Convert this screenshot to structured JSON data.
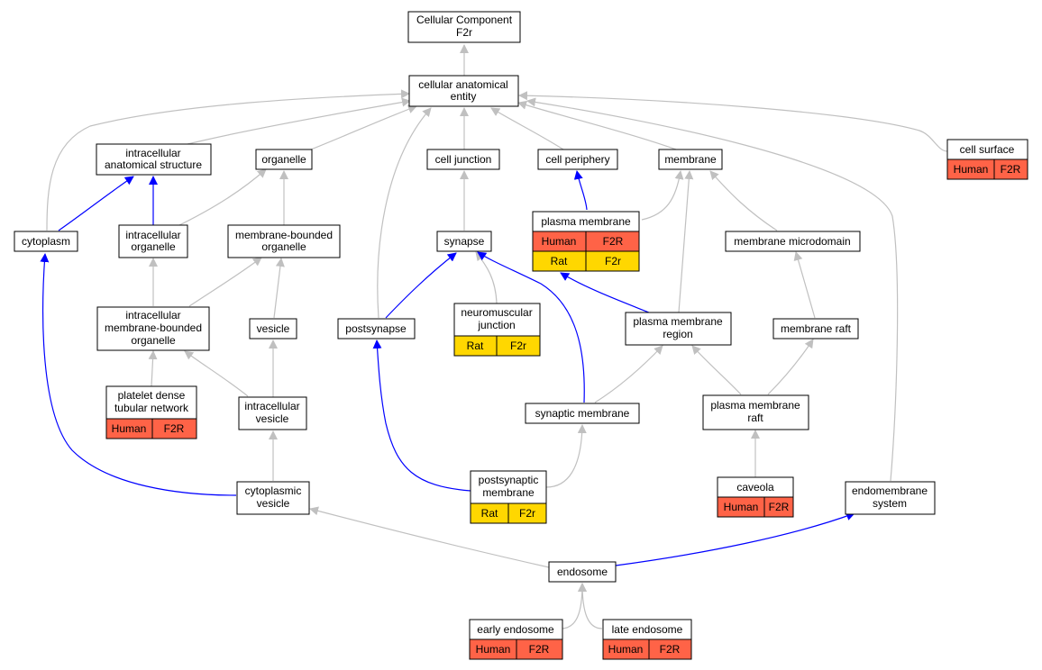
{
  "title": {
    "line1": "Cellular Component",
    "line2": "F2r"
  },
  "colors": {
    "human": "#ff6347",
    "rat": "#ffd700",
    "is_a_edge": "#c0c0c0",
    "part_of_edge": "#0000ff"
  },
  "nodes": {
    "cellular_anatomical_entity": {
      "label1": "cellular anatomical",
      "label2": "entity"
    },
    "intracellular_anatomical_structure": {
      "label1": "intracellular",
      "label2": "anatomical structure"
    },
    "organelle": {
      "label1": "organelle"
    },
    "cell_junction": {
      "label1": "cell junction"
    },
    "cell_periphery": {
      "label1": "cell periphery"
    },
    "membrane": {
      "label1": "membrane"
    },
    "cell_surface": {
      "label1": "cell surface",
      "cells": [
        "Human",
        "F2R"
      ]
    },
    "cytoplasm": {
      "label1": "cytoplasm"
    },
    "intracellular_organelle": {
      "label1": "intracellular",
      "label2": "organelle"
    },
    "membrane_bounded_organelle": {
      "label1": "membrane-bounded",
      "label2": "organelle"
    },
    "synapse": {
      "label1": "synapse"
    },
    "plasma_membrane": {
      "label1": "plasma membrane",
      "cells": [
        "Human",
        "F2R",
        "Rat",
        "F2r"
      ]
    },
    "membrane_microdomain": {
      "label1": "membrane microdomain"
    },
    "intracellular_membrane_bounded_organelle": {
      "label1": "intracellular",
      "label2": "membrane-bounded",
      "label3": "organelle"
    },
    "vesicle": {
      "label1": "vesicle"
    },
    "postsynapse": {
      "label1": "postsynapse"
    },
    "neuromuscular_junction": {
      "label1": "neuromuscular",
      "label2": "junction",
      "cells": [
        "Rat",
        "F2r"
      ]
    },
    "plasma_membrane_region": {
      "label1": "plasma membrane",
      "label2": "region"
    },
    "membrane_raft": {
      "label1": "membrane raft"
    },
    "platelet_dense_tubular_network": {
      "label1": "platelet dense",
      "label2": "tubular network",
      "cells": [
        "Human",
        "F2R"
      ]
    },
    "intracellular_vesicle": {
      "label1": "intracellular",
      "label2": "vesicle"
    },
    "synaptic_membrane": {
      "label1": "synaptic membrane"
    },
    "plasma_membrane_raft": {
      "label1": "plasma membrane",
      "label2": "raft"
    },
    "cytoplasmic_vesicle": {
      "label1": "cytoplasmic",
      "label2": "vesicle"
    },
    "postsynaptic_membrane": {
      "label1": "postsynaptic",
      "label2": "membrane",
      "cells": [
        "Rat",
        "F2r"
      ]
    },
    "caveola": {
      "label1": "caveola",
      "cells": [
        "Human",
        "F2R"
      ]
    },
    "endomembrane_system": {
      "label1": "endomembrane",
      "label2": "system"
    },
    "endosome": {
      "label1": "endosome"
    },
    "early_endosome": {
      "label1": "early endosome",
      "cells": [
        "Human",
        "F2R"
      ]
    },
    "late_endosome": {
      "label1": "late endosome",
      "cells": [
        "Human",
        "F2R"
      ]
    }
  }
}
